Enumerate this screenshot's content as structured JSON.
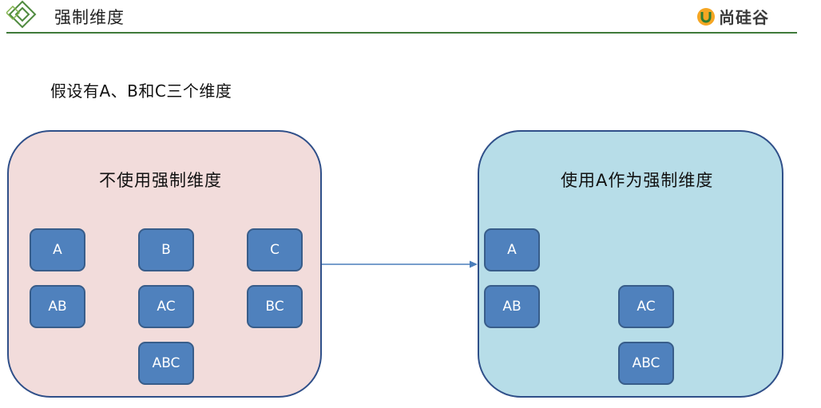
{
  "header": {
    "title": "强制维度",
    "brand": "尚硅谷"
  },
  "subtitle": "假设有A、B和C三个维度",
  "left_panel": {
    "title": "不使用强制维度",
    "boxes": [
      "A",
      "B",
      "C",
      "AB",
      "AC",
      "BC",
      "ABC"
    ]
  },
  "right_panel": {
    "title": "使用A作为强制维度",
    "boxes": [
      "A",
      "AB",
      "AC",
      "ABC"
    ]
  },
  "colors": {
    "accent_line": "#3f7a3a",
    "panel_border": "#2f4f89",
    "left_panel_fill": "#f2dcdb",
    "right_panel_fill": "#b7dde8",
    "box_fill": "#4f81bd",
    "box_border": "#385d8a",
    "arrow": "#4a7ebb"
  }
}
